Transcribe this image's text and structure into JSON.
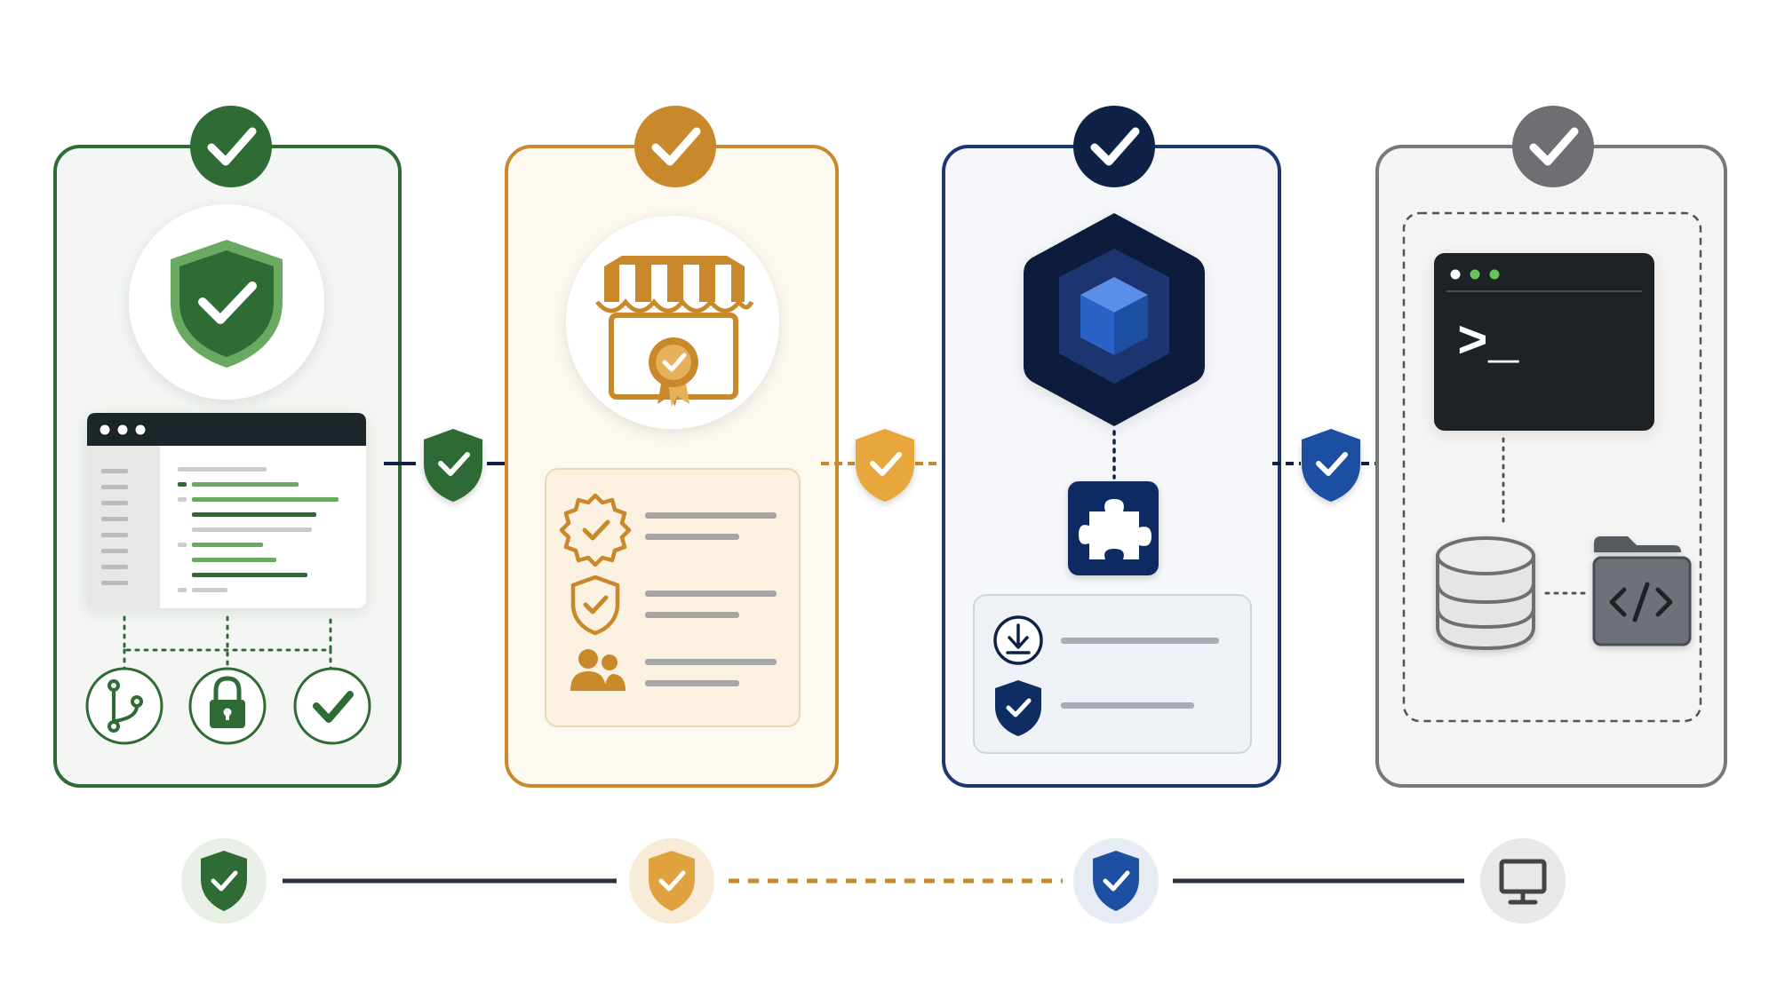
{
  "colors": {
    "green": "#2e6b35",
    "green_light": "#6aa960",
    "gold": "#c9892a",
    "gold_light": "#e7b05a",
    "navy": "#0e2247",
    "blue": "#1d4fa2",
    "gray": "#6d6f73",
    "panel_green_bg": "#f3f6f2",
    "panel_gold_bg": "#fdf8f0",
    "panel_blue_bg": "#f5f7fa",
    "panel_gray_bg": "#f4f4f4"
  },
  "terminal": {
    "prompt": ">_"
  },
  "stages": [
    {
      "name": "secure-source",
      "icon": "shield-check-icon",
      "accent": "#2e6b35"
    },
    {
      "name": "verified-marketplace",
      "icon": "storefront-badge-icon",
      "accent": "#c9892a"
    },
    {
      "name": "extension-package",
      "icon": "cube-hexagon-icon",
      "accent": "#0e2247"
    },
    {
      "name": "local-environment",
      "icon": "terminal-icon",
      "accent": "#6d6f73"
    }
  ],
  "timeline": [
    {
      "icon": "shield-check-icon",
      "color": "#2e6b35"
    },
    {
      "icon": "shield-check-icon",
      "color": "#c9892a"
    },
    {
      "icon": "shield-check-icon",
      "color": "#1d4fa2"
    },
    {
      "icon": "monitor-icon",
      "color": "#555555"
    }
  ]
}
